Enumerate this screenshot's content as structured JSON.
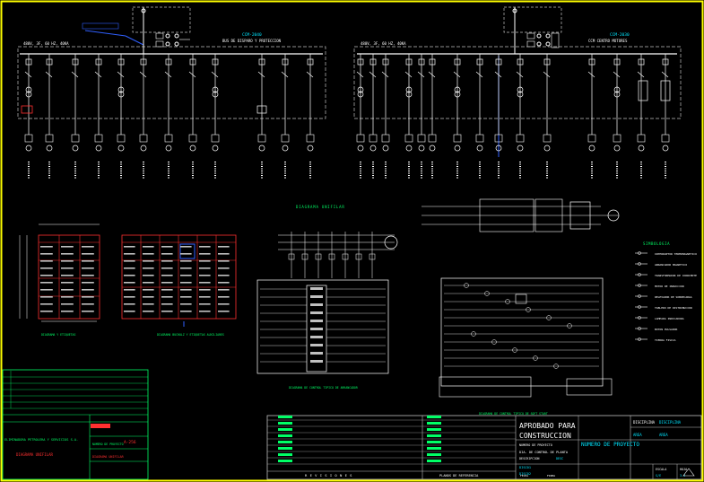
{
  "colors": {
    "background": "#000000",
    "frame": "#ffff00",
    "panel_border": "#c0c0c0",
    "wire": "#ffffff",
    "title_green": "#00ff66",
    "title_cyan": "#00e5ff",
    "table_red": "#ff3030",
    "accent_blue": "#3060ff",
    "block_grey": "#808080"
  },
  "panel_left": {
    "name": "CCM-2040",
    "desc": "BUS DE DISPARO Y PROTECCION",
    "bus": "480V, 3F, 60 HZ, 40KA"
  },
  "panel_right": {
    "name": "CCM-2030",
    "desc": "CCM CENTRO MOTORES",
    "bus": "480V, 3F, 60 HZ, 40KA"
  },
  "diagram_titles": {
    "control_top": "DIAGRAMA UNIFILAR",
    "layout_left": "DIAGRAMA Y ETIQUETAS",
    "layout_right": "DIAGRAMA BUCHOLZ Y ETIQUETAS AUXILIARES",
    "control_mid": "DIAGRAMA DE CONTROL TIPICO DE ARRANCADOR",
    "control_right": "DIAGRAMA DE CONTROL TIPICO DE SOFT START"
  },
  "legend": {
    "title": "SIMBOLOGIA",
    "items": [
      "INTERRUPTOR TERMOMAGNETICO",
      "ARRANCADOR MAGNETICO",
      "TRANSFORMADOR DE CORRIENTE",
      "MOTOR DE INDUCCION",
      "RELEVADOR DE SOBRECARGA",
      "TABLERO DE DISTRIBUCION",
      "LAMPARA INDICADORA",
      "BOTON PULSADOR",
      "TIERRA FISICA"
    ]
  },
  "titleblock": {
    "company": "ELIMINADORA PETROLERA Y SERVICIOS S.A.",
    "drawing": "DIAGRAMA UNIFILAR",
    "doc_code": "A-256",
    "approved_line1": "APROBADO PARA",
    "approved_line2": "CONSTRUCCION",
    "project_label": "NUMERO DE PROYECTO",
    "project_no": "NUMERO DE PROYECTO",
    "discipline_label": "DISCIPLINA",
    "discipline": "DISCIPLINA",
    "area_label": "AREA",
    "area": "AREA",
    "subtitle": "DIA. DE CONTROL DE PLANTA",
    "desc_label": "DESCRIPCION",
    "desc": "DESC",
    "code1": "DISC01",
    "code2": "DISC02",
    "fecha_label": "FECHA",
    "firma_label": "FIRMA",
    "revisiones": "R E V I S I O N E S",
    "planos_ref": "PLANOS DE REFERENCIA",
    "escala": "ESCALA",
    "escala_val": "S/E",
    "num": "3-4",
    "hoja": "HOJA"
  }
}
